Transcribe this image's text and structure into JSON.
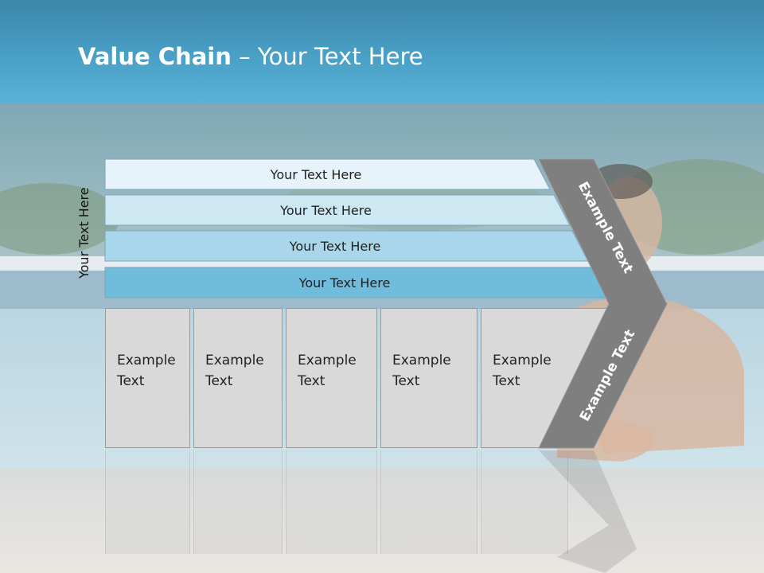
{
  "title": {
    "bold": "Value Chain",
    "rest": " – Your Text Here"
  },
  "side_label": "Your Text Here",
  "bands": [
    {
      "label": "Your Text Here",
      "color": "#e6f3fa"
    },
    {
      "label": "Your Text Here",
      "color": "#cde7f3"
    },
    {
      "label": "Your Text Here",
      "color": "#a9d6ea"
    },
    {
      "label": "Your Text Here",
      "color": "#6fbcdc"
    }
  ],
  "cells": [
    {
      "line1": "Example",
      "line2": "Text"
    },
    {
      "line1": "Example",
      "line2": "Text"
    },
    {
      "line1": "Example",
      "line2": "Text"
    },
    {
      "line1": "Example",
      "line2": "Text"
    },
    {
      "line1": "Example",
      "line2": "Text"
    }
  ],
  "chevron": {
    "upper_label": "Example Text",
    "lower_label": "Example Text",
    "color": "#7f7f7f"
  }
}
